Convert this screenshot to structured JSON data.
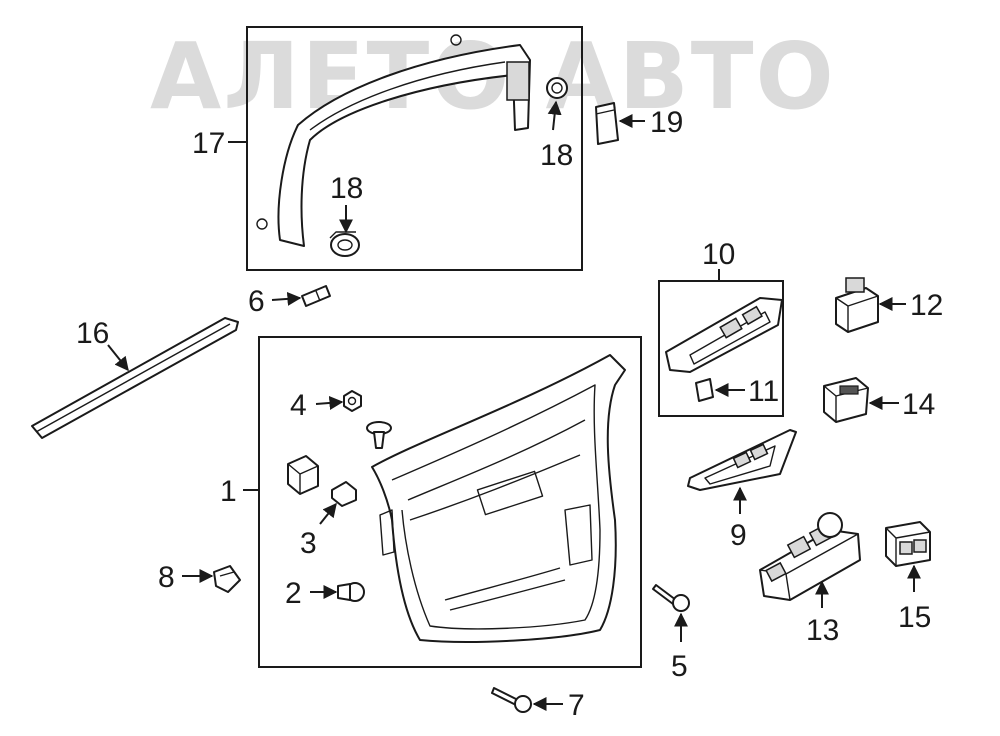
{
  "watermark": "АЛЕТО АВТО",
  "callouts": {
    "c1": "1",
    "c2": "2",
    "c3": "3",
    "c4": "4",
    "c5": "5",
    "c6": "6",
    "c7": "7",
    "c8": "8",
    "c9": "9",
    "c10": "10",
    "c11": "11",
    "c12": "12",
    "c13": "13",
    "c14": "14",
    "c15": "15",
    "c16": "16",
    "c17": "17",
    "c18a": "18",
    "c18b": "18",
    "c19": "19"
  }
}
